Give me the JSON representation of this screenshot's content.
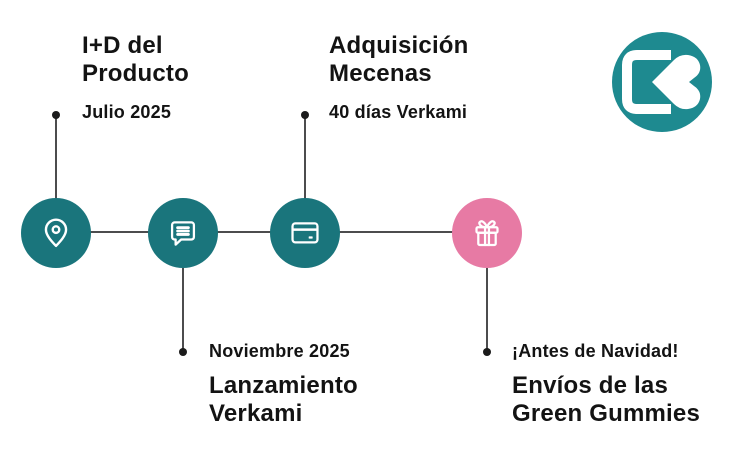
{
  "colors": {
    "background": "#ffffff",
    "node_teal": "#1a757c",
    "node_pink": "#e77aa4",
    "logo_teal": "#1e8a90",
    "connector_gray": "#4c4c4e",
    "dot_black": "#1b1b1b",
    "text": "#131313",
    "icon_white": "#ffffff"
  },
  "logo": {
    "icon": "kb-monogram-icon"
  },
  "milestones": [
    {
      "title": "I+D del\nProducto",
      "subtitle": "Julio 2025",
      "icon": "location-pin-icon",
      "circle_color": "#1a757c",
      "label_position": "top"
    },
    {
      "title": "Lanzamiento\nVerkami",
      "subtitle": "Noviembre 2025",
      "icon": "chat-bubble-icon",
      "circle_color": "#1a757c",
      "label_position": "bottom"
    },
    {
      "title": "Adquisición\nMecenas",
      "subtitle": "40 días Verkami",
      "icon": "credit-card-icon",
      "circle_color": "#1a757c",
      "label_position": "top"
    },
    {
      "title": "Envíos de las\nGreen Gummies",
      "subtitle": "¡Antes de Navidad!",
      "icon": "gift-icon",
      "circle_color": "#e77aa4",
      "label_position": "bottom"
    }
  ]
}
